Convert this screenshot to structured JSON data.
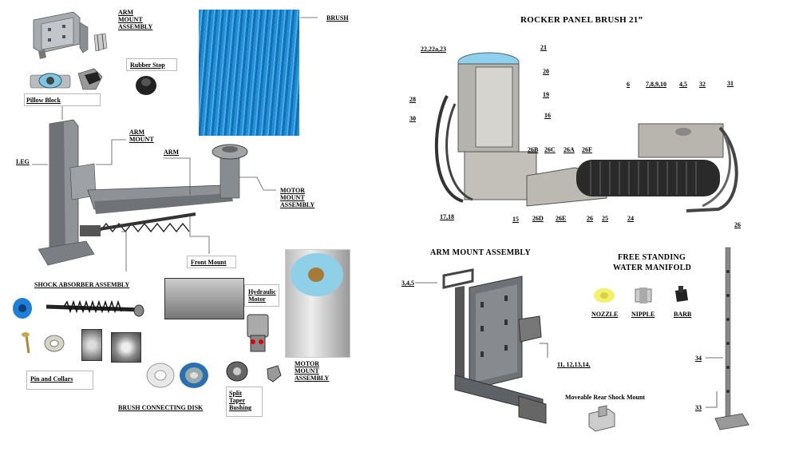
{
  "left": {
    "arm_mount_assembly": "ARM MOUNT ASSEMBLY",
    "brush": "BRUSH",
    "rubber_stop": "Rubber Stop",
    "pillow_block": "Pillow Block",
    "arm_mount": "ARM MOUNT",
    "leg": "LEG",
    "arm": "ARM",
    "motor_mount_assembly": "MOTOR MOUNT ASSEMBLY",
    "front_mount": "Front Mount",
    "shock_absorber_assembly": "SHOCK ABSORBER ASSEMBLY",
    "hydraulic_motor": "Hydraulic Motor",
    "pin_and_collars": "Pin and Collars",
    "motor_mount_assembly_2": "MOTOR MOUNT ASSEMBLY",
    "split_taper_bushing": "Split Taper Bushing",
    "brush_connecting_disk": "BRUSH CONNECTING DISK"
  },
  "rocker": {
    "title": "ROCKER PANEL BRUSH  21”",
    "parts": {
      "p22": "22,22a,23",
      "p21": "21",
      "p20": "20",
      "p19": "19",
      "p16": "16",
      "p28": "28",
      "p30": "30",
      "p6": "6",
      "p7810": "7,8,9,10",
      "p45": "4,5",
      "p32": "32",
      "p31": "31",
      "p26B": "26B",
      "p26C": "26C",
      "p26A": "26A",
      "p26F": "26F",
      "p1718": "17,18",
      "p15": "15",
      "p26D": "26D",
      "p26E": "26E",
      "p26a": "26",
      "p25": "25",
      "p24": "24",
      "p26b": "26"
    }
  },
  "arm_mount": {
    "title": "ARM MOUNT ASSEMBLY",
    "p345": "3,4,5",
    "p11": "11, 12,13,14,",
    "moveable": "Moveable Rear Shock  Mount"
  },
  "manifold": {
    "title_line1": "FREE STANDING",
    "title_line2": "WATER MANIFOLD",
    "nozzle": "NOZZLE",
    "nipple": "NIPPLE",
    "barb": "BARB",
    "p34": "34",
    "p33": "33"
  },
  "colors": {
    "brush_blue": "#1f8fd6",
    "steel": "#8c8f94",
    "bellows": "#2a2a2a",
    "nozzle_yellow": "#f3f06a",
    "pillow_blue": "#7fc6e6"
  }
}
